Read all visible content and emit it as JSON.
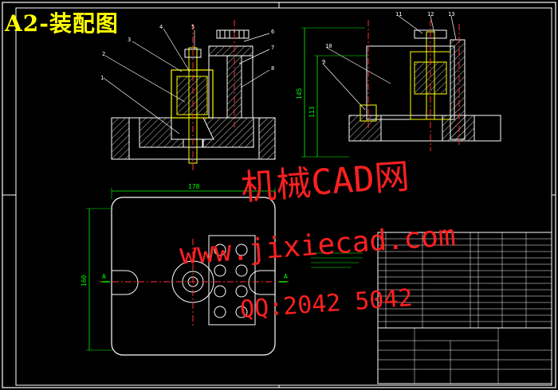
{
  "title": "A2-装配图",
  "watermarks": {
    "line1": "机械CAD网",
    "line2": "www.jixiecad.com",
    "line3": "QQ:2042 5042"
  },
  "part_labels": [
    "1",
    "2",
    "3",
    "4",
    "5",
    "6",
    "7",
    "8",
    "9",
    "10",
    "11",
    "12",
    "13"
  ],
  "dimensions": {
    "height_total": "145",
    "height_inner": "113",
    "width_plan": "178",
    "depth_plan": "160"
  },
  "section_marks": [
    "A",
    "A"
  ],
  "colors": {
    "background": "#000000",
    "border": "#ffffff",
    "part_outline": "#ffffff",
    "machined": "#ffff00",
    "hatch": "#d0d0d0",
    "centerline": "#ff3030",
    "dimension": "#00ff00",
    "title_block": "#ffffff",
    "title_text": "#ffff00",
    "watermark": "#ff2020"
  }
}
